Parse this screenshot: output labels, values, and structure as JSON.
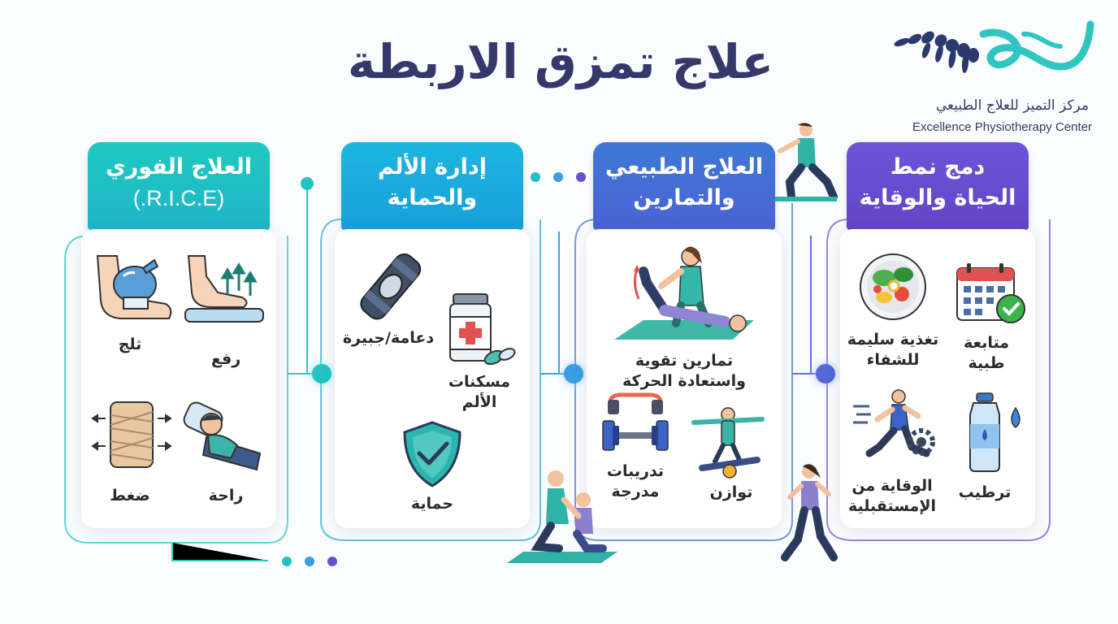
{
  "title": "علاج تمزق الاربطة",
  "logo": {
    "arabic": "مركز التميز للعلاج الطبيعي",
    "english": "Excellence Physiotherapy Center"
  },
  "colors": {
    "title": "#35386a",
    "teal": "#1fc3c4",
    "cyan": "#1aa7dc",
    "blue": "#3f6ad6",
    "purple": "#6b4fd1"
  },
  "columns": [
    {
      "header_line1": "العلاج الفوري",
      "header_line2": "(R.I.C.E.)",
      "items": [
        {
          "label": "ثلج",
          "icon": "ice-pack-icon"
        },
        {
          "label": "رفع",
          "icon": "elevate-foot-icon"
        },
        {
          "label": "ضغط",
          "icon": "compression-bandage-icon"
        },
        {
          "label": "راحة",
          "icon": "rest-icon"
        }
      ]
    },
    {
      "header_line1": "إدارة الألم",
      "header_line2": "والحماية",
      "items": [
        {
          "label": "دعامة/جبيرة",
          "icon": "brace-icon"
        },
        {
          "label_line1": "مسكنات",
          "label_line2": "الألم",
          "icon": "medicine-bottle-icon"
        },
        {
          "label": "حماية",
          "icon": "shield-check-icon"
        }
      ]
    },
    {
      "header_line1": "العلاج الطبيعي",
      "header_line2": "والتمارين",
      "items": [
        {
          "label_line1": "تمارين تقوية",
          "label_line2": "واستعادة الحركة",
          "icon": "physio-therapy-icon"
        },
        {
          "label_line1": "تدريبات",
          "label_line2": "مدرجة",
          "icon": "dumbbell-icon"
        },
        {
          "label": "توازن",
          "icon": "balance-board-icon"
        }
      ]
    },
    {
      "header_line1": "دمج نمط",
      "header_line2": "الحياة والوقاية",
      "items": [
        {
          "label_line1": "تغذية سليمة",
          "label_line2": "للشفاء",
          "icon": "healthy-food-icon"
        },
        {
          "label_line1": "متابعة",
          "label_line2": "طبية",
          "icon": "calendar-check-icon"
        },
        {
          "label_line1": "الوقاية من",
          "label_line2": "الإمستقبلية",
          "icon": "runner-gear-icon"
        },
        {
          "label": "ترطيب",
          "icon": "water-bottle-icon"
        }
      ]
    }
  ]
}
